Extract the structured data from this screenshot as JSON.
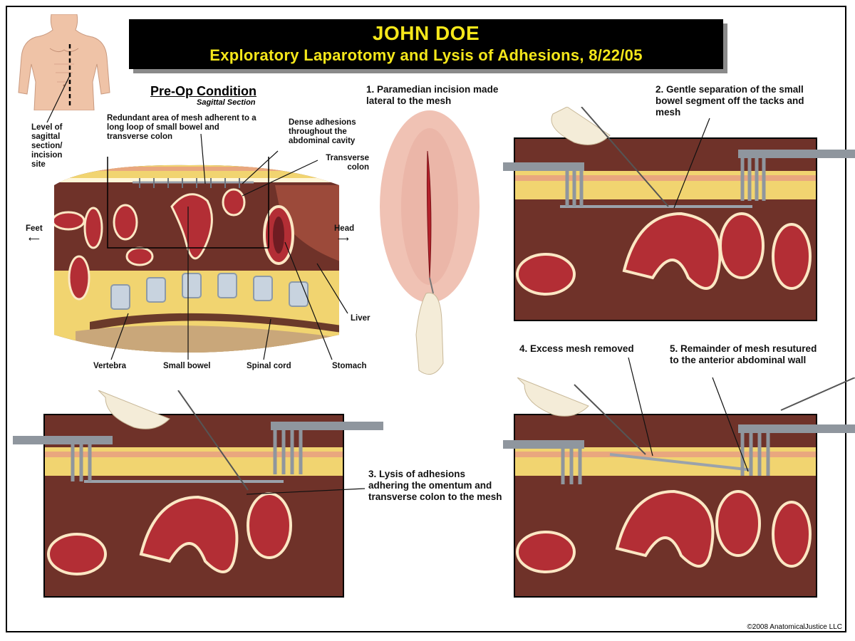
{
  "header": {
    "patient_name": "JOHN DOE",
    "procedure_title": "Exploratory Laparotomy and Lysis of Adhesions, 8/22/05"
  },
  "body_figure": {
    "label": "Level of sagittal section/ incision site"
  },
  "preop": {
    "title": "Pre-Op Condition",
    "subtitle": "Sagittal Section",
    "annotations": {
      "mesh": "Redundant area of mesh adherent to a long loop of small bowel and transverse colon",
      "dense_adhesions": "Dense adhesions throughout the abdominal cavity",
      "transverse_colon": "Transverse colon",
      "feet": "Feet",
      "head": "Head",
      "liver": "Liver",
      "vertebra": "Vertebra",
      "small_bowel": "Small bowel",
      "spinal_cord": "Spinal cord",
      "stomach": "Stomach"
    }
  },
  "steps": [
    {
      "text": "1. Paramedian incision made lateral to the mesh"
    },
    {
      "text": "2. Gentle separation of the small bowel segment off the tacks and mesh"
    },
    {
      "text": "3. Lysis of adhesions adhering the omentum and transverse colon to the mesh"
    },
    {
      "text": "4. Excess mesh removed"
    },
    {
      "text": "5. Remainder of mesh resutured to the anterior abdominal wall"
    }
  ],
  "footer": {
    "copyright": "©2008 AnatomicalJustice LLC"
  },
  "colors": {
    "title_bg": "#000000",
    "title_text": "#f5e71a",
    "bowel": "#b32e35",
    "bowel_inner": "#d9606a",
    "fat": "#f1d470",
    "tissue": "#7a3b30",
    "mesh": "#9aa2ab",
    "skin": "#f2c9b0"
  }
}
